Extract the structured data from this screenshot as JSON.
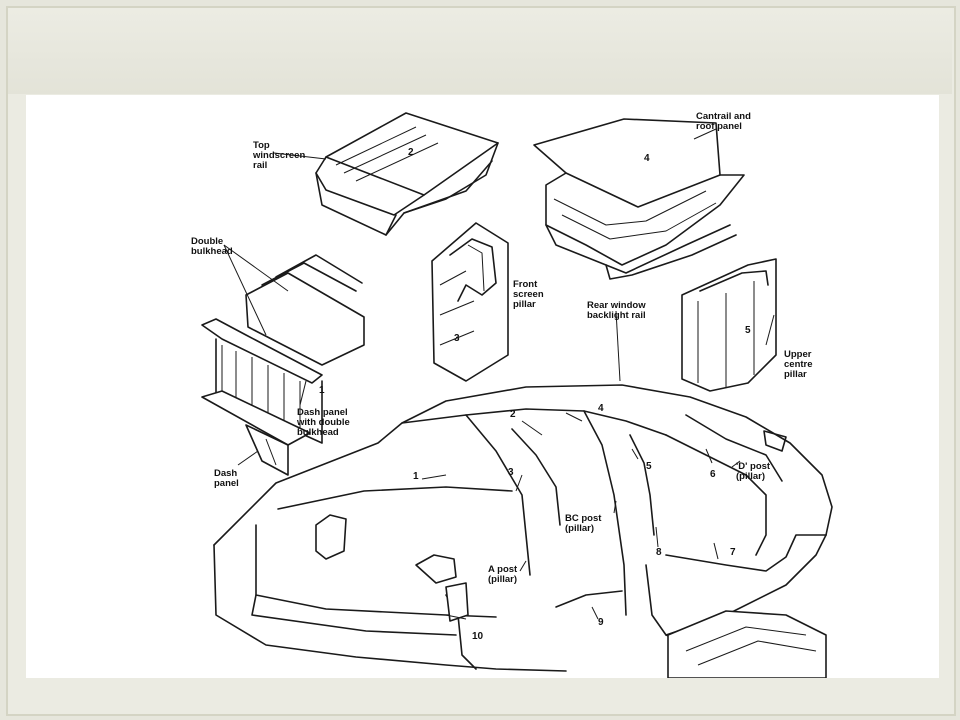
{
  "labels": {
    "top_windscreen_rail": "Top\nwindscreen\nrail",
    "cantrail_roof_panel": "Cantrail and\nroof panel",
    "double_bulkhead": "Double\nbulkhead",
    "front_screen_pillar": "Front\nscreen\npillar",
    "rear_window_backlight_rail": "Rear window\nbacklight rail",
    "upper_centre_pillar": "Upper\ncentre\npillar",
    "dash_panel_double_bulkhead": "Dash panel\nwith double\nbulkhead",
    "dash_panel": "Dash\npanel",
    "d_post": "'D' post\n(pillar)",
    "bc_post": "BC post\n(pillar)",
    "a_post": "A post\n(pillar)"
  },
  "numbers": {
    "n1_dash": "1",
    "n2_rail": "2",
    "n3_pillar": "3",
    "n4_roof": "4",
    "n5_centre": "5",
    "body_1": "1",
    "body_2": "2",
    "body_3": "3",
    "body_4": "4",
    "body_5": "5",
    "body_6": "6",
    "body_7": "7",
    "body_8": "8",
    "body_9": "9",
    "body_10": "10"
  }
}
